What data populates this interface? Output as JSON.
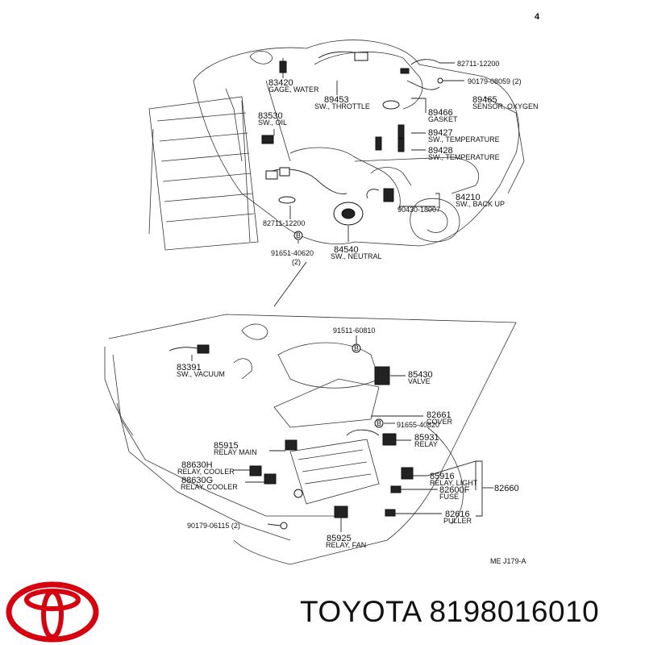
{
  "page_number": "4",
  "diagram_code": "ME  J179-A",
  "footer": {
    "brand": "TOYOTA",
    "part_number": "8198016010"
  },
  "logo_icon": "toyota-logo",
  "brand_color": "#d7000f",
  "labels": {
    "l83420": {
      "num": "83420",
      "desc": "GAGE, WATER"
    },
    "l89453": {
      "num": "89453",
      "desc": "SW., THROTTLE"
    },
    "l83530": {
      "num": "83530",
      "desc": "SW., OIL"
    },
    "l82711_top": {
      "num": "82711-12200"
    },
    "l90179_top": {
      "num": "90179-08059 (2)"
    },
    "l89465": {
      "num": "89465",
      "desc": "SENSOR, OXYGEN"
    },
    "l89466": {
      "num": "89466",
      "desc": "GASKET"
    },
    "l89427": {
      "num": "89427",
      "desc": "SW., TEMPERATURE"
    },
    "l89428": {
      "num": "89428",
      "desc": "SW., TEMPERATURE"
    },
    "l84210": {
      "num": "84210",
      "desc": "SW., BACK UP"
    },
    "l90430": {
      "num": "90430-18007"
    },
    "l82711_mid": {
      "num": "82711-12200"
    },
    "l84540": {
      "num": "84540",
      "desc": "SW., NEUTRAL"
    },
    "l91651": {
      "num": "91651-40620",
      "qty": "(2)"
    },
    "l91511": {
      "num": "91511-60810"
    },
    "l83391": {
      "num": "83391",
      "desc": "SW., VACUUM"
    },
    "l85430": {
      "num": "85430",
      "desc": "VALVE"
    },
    "l82661": {
      "num": "82661",
      "desc": "COVER"
    },
    "l91655": {
      "num": "91655-40820"
    },
    "l85931": {
      "num": "85931",
      "desc": "RELAY"
    },
    "l85915": {
      "num": "85915",
      "desc": "RELAY  MAIN"
    },
    "l88630H": {
      "num": "88630H",
      "desc": "RELAY, COOLER"
    },
    "l88630G": {
      "num": "88630G",
      "desc": "RELAY, COOLER"
    },
    "l85916": {
      "num": "85916",
      "desc": "RELAY, LIGHT"
    },
    "l82600F": {
      "num": "82600F",
      "desc": "FUSE"
    },
    "l82660": {
      "num": "82660"
    },
    "l82616": {
      "num": "82616",
      "desc": "PULLER"
    },
    "l90179_bot": {
      "num": "90179-06115 (2)"
    },
    "l85925": {
      "num": "85925",
      "desc": "RELAY, FAN"
    }
  }
}
